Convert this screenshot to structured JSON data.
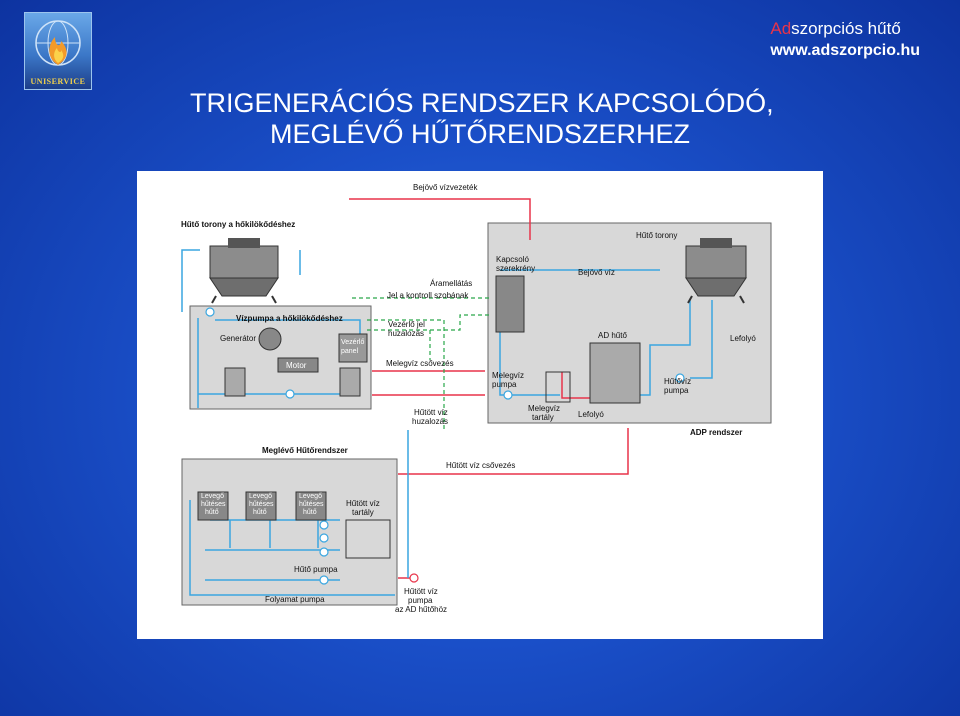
{
  "brand": {
    "ad": "Ad",
    "rest": "szorpciós hűtő",
    "url": "www.adszorpcio.hu"
  },
  "logo": {
    "text": "UNISERVICE",
    "icon": "flame-globe-logo"
  },
  "title": {
    "line1": "TRIGENERÁCIÓS RENDSZER KAPCSOLÓDÓ,",
    "line2": "MEGLÉVŐ HŰTŐRENDSZERHEZ"
  },
  "diagram": {
    "incoming_water_main": "Bejövő vízvezeték",
    "cooling_tower_heat": "Hűtő torony a hőkilökődéshez",
    "cooling_tower": "Hűtő torony",
    "switchgear": [
      "Kapcsoló",
      "szerekrény"
    ],
    "incoming_water": "Bejövő víz",
    "power_supply": "Áramellátás",
    "control_signal": "Jel a kontroll szobának",
    "water_pump_heat": "Vízpumpa a hőkilökődéshez",
    "generator": "Generátor",
    "control_panel": [
      "Vezérlő",
      "panel"
    ],
    "motor": "Motor",
    "control_wiring": [
      "Vezérlő jel",
      "huzalozás"
    ],
    "ad_chiller": "AD hűtő",
    "drain_top": "Lefolyó",
    "hot_water_piping": "Melegvíz csővezés",
    "hot_water_pump": [
      "Melegvíz",
      "pumpa"
    ],
    "cooling_water_pump": [
      "Hűtővíz",
      "pumpa"
    ],
    "hot_water_tank": [
      "Melegvíz",
      "tartály"
    ],
    "drain": "Lefolyó",
    "chilled_water_wiring": [
      "Hűtött víz",
      "huzalozás"
    ],
    "adp_system": "ADP rendszer",
    "existing_system": "Meglévő Hűtőrendszer",
    "chilled_water_piping": "Hűtött víz csővezés",
    "air_cooler": [
      "Levegő",
      "hűtéses",
      "hűtő"
    ],
    "chilled_water_tank": [
      "Hűtött víz",
      "tartály"
    ],
    "cooling_pump": "Hűtő pumpa",
    "process_pump": "Folyamat pumpa",
    "ad_pump": [
      "Hűtött víz",
      "pumpa",
      "az AD hűtőhöz"
    ]
  }
}
